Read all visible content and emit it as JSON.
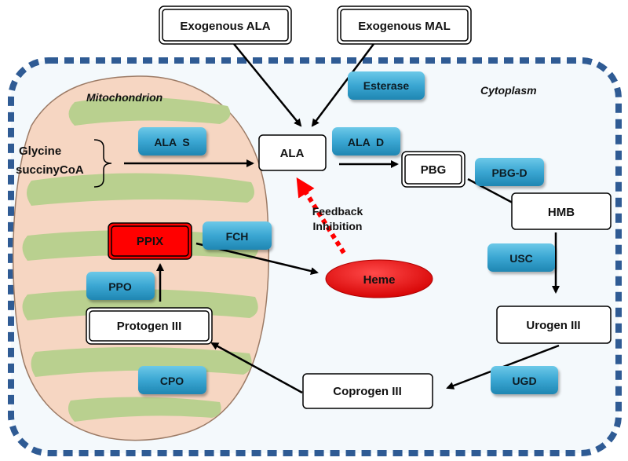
{
  "compartments": {
    "cytoplasm": "Cytoplasm",
    "mitochondrion": "Mitochondrion"
  },
  "metabolites": {
    "exogenous_ala": "Exogenous ALA",
    "exogenous_mal": "Exogenous MAL",
    "ala": "ALA",
    "pbg": "PBG",
    "hmb": "HMB",
    "urogen": "Urogen III",
    "coprogen": "Coprogen III",
    "protogen": "Protogen III",
    "ppix": "PPIX",
    "heme": "Heme",
    "glycine": "Glycine",
    "succinylcoa": "succinyCoA"
  },
  "enzymes": {
    "esterase": "Esterase",
    "ala_s": "ALA  S",
    "ala_d": "ALA  D",
    "pbg_d": "PBG-D",
    "usc": "USC",
    "ugd": "UGD",
    "cpo": "CPO",
    "ppo": "PPO",
    "fch": "FCH"
  },
  "annotations": {
    "feedback_line1": "Feedback",
    "feedback_line2": "Inhibition"
  },
  "colors": {
    "cell_border": "#2f5b94",
    "cell_fill": "#f4f9fc",
    "mito_fill": "#f6d6c2",
    "cristae": "#b9d08f",
    "enzyme_top": "#56bde0",
    "enzyme_bottom": "#1f8cb8",
    "ppix": "#ff0000",
    "heme": "#e00000",
    "feedback_arrow": "#ff0000"
  }
}
